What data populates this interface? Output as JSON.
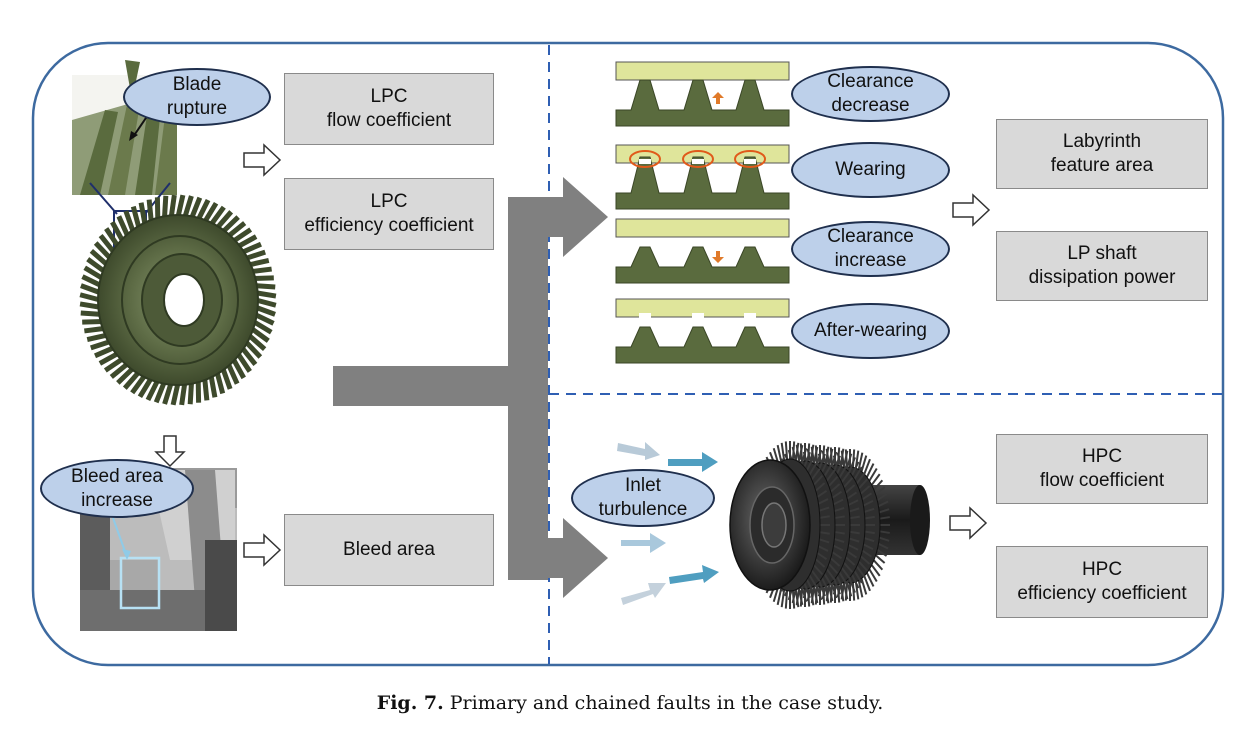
{
  "figure": {
    "caption_label": "Fig. 7.",
    "caption_text": "Primary and chained faults in the case study."
  },
  "primary_faults": {
    "blade_rupture": "Blade\nrupture",
    "bleed_area_increase": "Bleed area\nincrease",
    "inlet_turbulence": "Inlet\nturbulence"
  },
  "labyrinth_states": [
    "Clearance\ndecrease",
    "Wearing",
    "Clearance\nincrease",
    "After-wearing"
  ],
  "parameters": {
    "lpc_flow": "LPC\nflow coefficient",
    "lpc_efficiency": "LPC\nefficiency coefficient",
    "bleed_area": "Bleed area",
    "labyrinth_area": "Labyrinth\nfeature area",
    "lp_shaft_power": "LP shaft\ndissipation power",
    "hpc_flow": "HPC\nflow coefficient",
    "hpc_efficiency": "HPC\nefficiency coefficient"
  },
  "colors": {
    "frame": "#3d6aa0",
    "divider": "#2f5fb3",
    "oval_fill": "#bdd0ea",
    "box_fill": "#d9d9d9",
    "flow_arrow": "#808080",
    "labyrinth_green": "#5a6b3e",
    "stator_yellow": "#dfe59b",
    "rotor_dark": "#2a2a2a"
  }
}
